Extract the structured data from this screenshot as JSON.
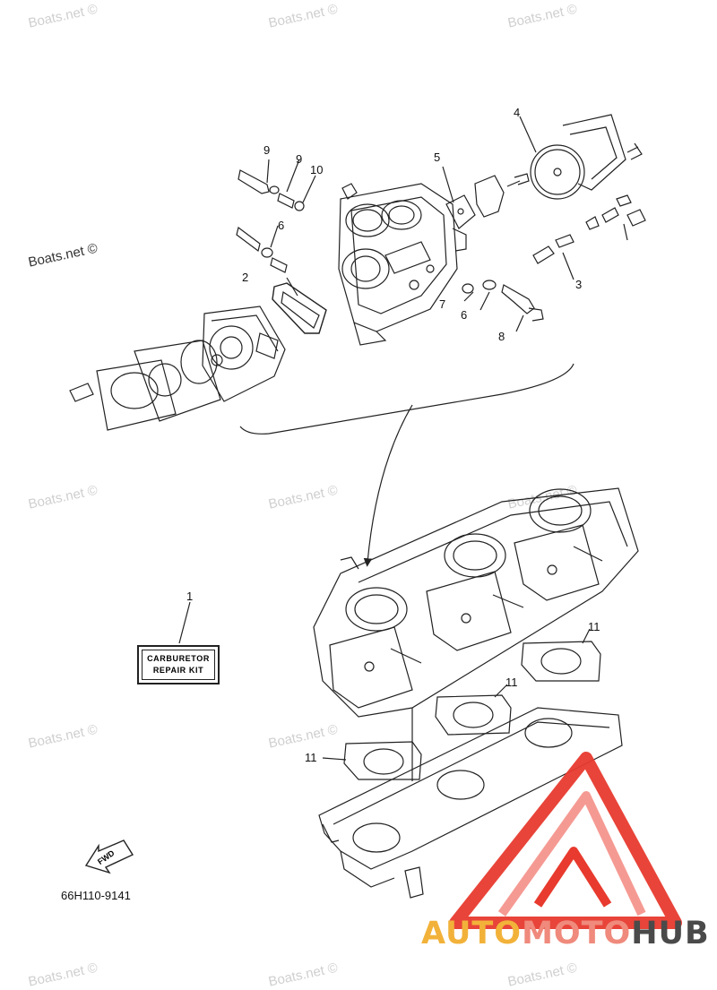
{
  "watermark_text": "Boats.net ©",
  "callouts": {
    "c1": "1",
    "c2": "2",
    "c3": "3",
    "c4": "4",
    "c5": "5",
    "c6a": "6",
    "c6b": "6",
    "c7": "7",
    "c8": "8",
    "c9a": "9",
    "c9b": "9",
    "c10": "10",
    "c11a": "11",
    "c11b": "11",
    "c11c": "11"
  },
  "kit_label": {
    "line1": "CARBURETOR",
    "line2": "REPAIR KIT"
  },
  "fwd_label": "FWD",
  "diagram_code": "66H110-9141",
  "brand": {
    "part1": "AUTO",
    "part2": "MOTO",
    "part3": "HUB"
  },
  "colors": {
    "line": "#222222",
    "logo_red": "#e83a2e",
    "logo_red_light": "#f59a93",
    "logo_orange": "#f2b23a",
    "logo_gray": "#4a4a4a"
  }
}
